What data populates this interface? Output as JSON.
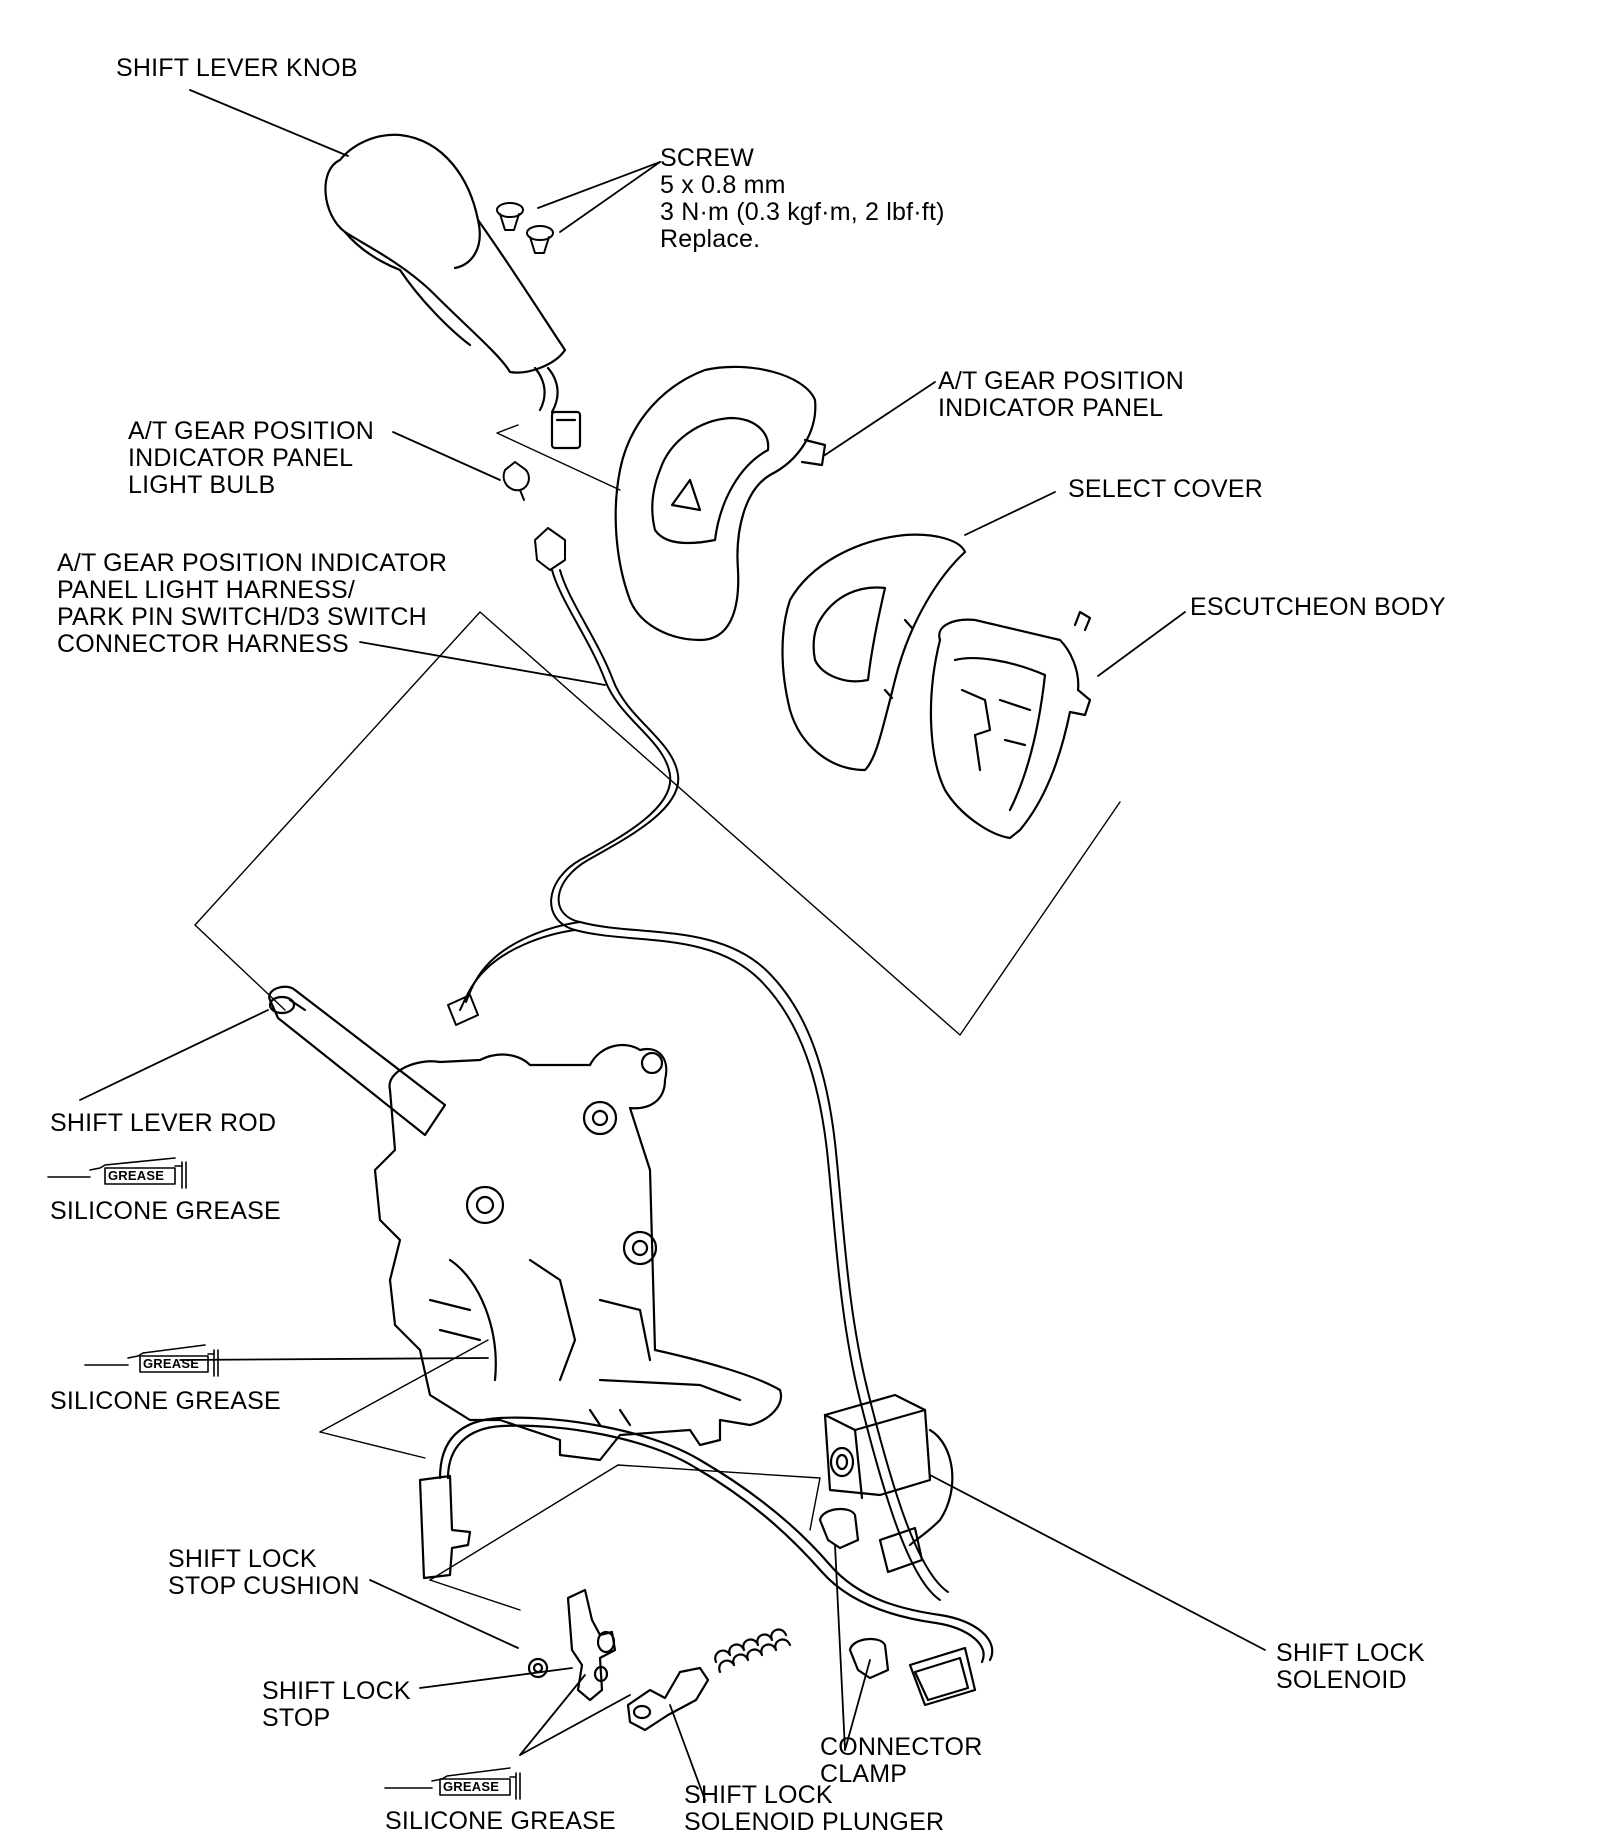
{
  "labels": {
    "shift_lever_knob": [
      "SHIFT LEVER KNOB"
    ],
    "screw": [
      "SCREW",
      "5 x 0.8 mm",
      "3 N·m (0.3 kgf·m, 2 lbf·ft)",
      "Replace."
    ],
    "indicator_panel": [
      "A/T GEAR POSITION",
      "INDICATOR PANEL"
    ],
    "light_bulb": [
      "A/T GEAR POSITION",
      "INDICATOR PANEL",
      "LIGHT BULB"
    ],
    "select_cover": [
      "SELECT COVER"
    ],
    "harness": [
      "A/T GEAR POSITION INDICATOR",
      "PANEL LIGHT HARNESS/",
      "PARK PIN SWITCH/D3 SWITCH",
      "CONNECTOR HARNESS"
    ],
    "escutcheon_body": [
      "ESCUTCHEON BODY"
    ],
    "shift_lever_rod": [
      "SHIFT LEVER ROD"
    ],
    "silicone_grease_1": [
      "SILICONE GREASE"
    ],
    "silicone_grease_2": [
      "SILICONE GREASE"
    ],
    "shift_lock_stop_cushion": [
      "SHIFT LOCK",
      "STOP CUSHION"
    ],
    "shift_lock_stop": [
      "SHIFT LOCK",
      "STOP"
    ],
    "silicone_grease_3": [
      "SILICONE GREASE"
    ],
    "shift_lock_solenoid_plunger": [
      "SHIFT LOCK",
      "SOLENOID PLUNGER"
    ],
    "connector_clamp": [
      "CONNECTOR",
      "CLAMP"
    ],
    "shift_lock_solenoid": [
      "SHIFT LOCK",
      "SOLENOID"
    ]
  },
  "grease_tube_text": "GREASE"
}
